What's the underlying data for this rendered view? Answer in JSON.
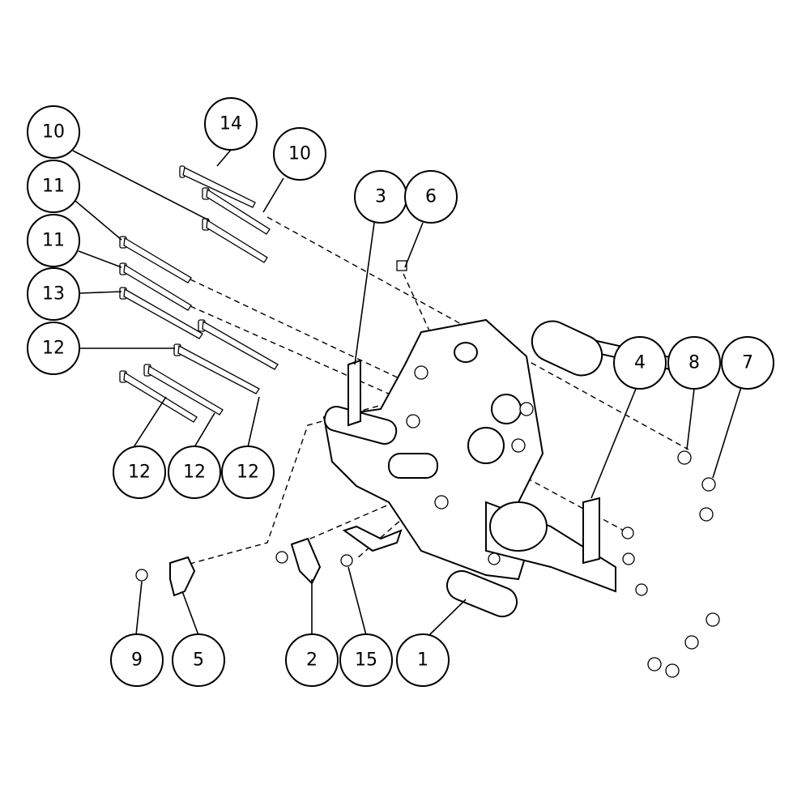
{
  "diagram": {
    "type": "exploded parts diagram",
    "callouts": [
      {
        "label": "14"
      },
      {
        "label": "10"
      },
      {
        "label": "10"
      },
      {
        "label": "11"
      },
      {
        "label": "11"
      },
      {
        "label": "13"
      },
      {
        "label": "12"
      },
      {
        "label": "3"
      },
      {
        "label": "6"
      },
      {
        "label": "4"
      },
      {
        "label": "8"
      },
      {
        "label": "7"
      },
      {
        "label": "12"
      },
      {
        "label": "12"
      },
      {
        "label": "12"
      },
      {
        "label": "9"
      },
      {
        "label": "5"
      },
      {
        "label": "2"
      },
      {
        "label": "15"
      },
      {
        "label": "1"
      }
    ]
  }
}
